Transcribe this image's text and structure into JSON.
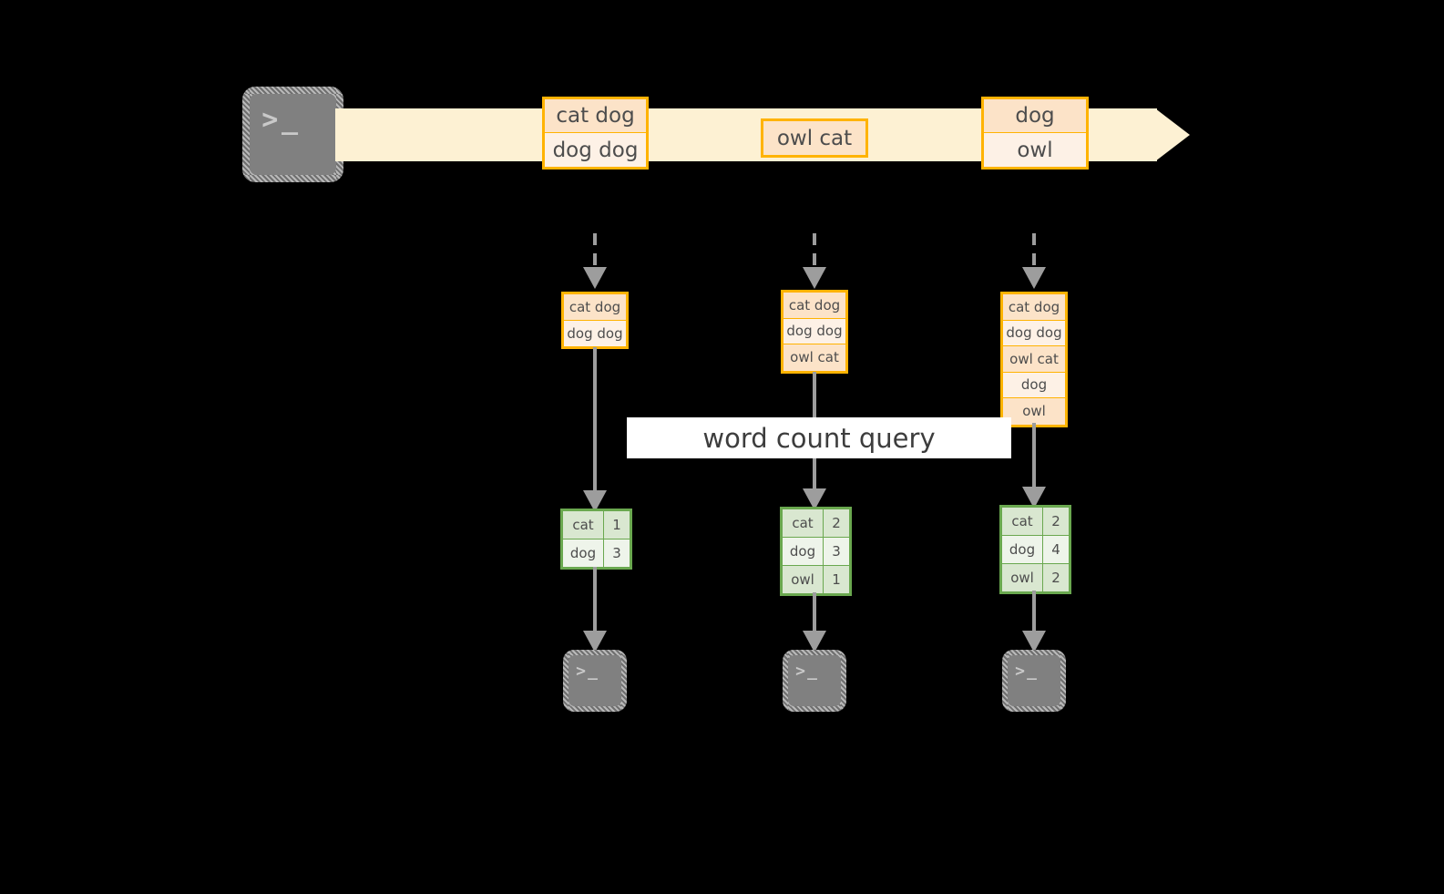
{
  "diagram": {
    "title_label": "word count query",
    "colors": {
      "background": "#000000",
      "stream_band": "#fdf1d3",
      "record_border": "#ffb302",
      "record_fill_dark": "#fce3c8",
      "record_fill_light": "#fdf1e6",
      "table_border": "#6aa84f",
      "table_fill_dark": "#d9e7d0",
      "table_fill_light": "#eef4ea",
      "connector": "#9d9d9d",
      "terminal_fill": "#808080",
      "label_fill": "#ffffff"
    },
    "producer": {
      "icon": "terminal-icon",
      "glyph": ">_"
    },
    "stream": {
      "records": [
        {
          "name": "record-group-1",
          "lines": [
            "cat dog",
            "dog dog"
          ]
        },
        {
          "name": "record-group-2",
          "lines": [
            "owl cat"
          ]
        },
        {
          "name": "record-group-3",
          "lines": [
            "dog",
            "owl"
          ]
        }
      ]
    },
    "snapshots": [
      {
        "name": "snapshot-1",
        "records": [
          "cat dog",
          "dog dog"
        ],
        "counts": [
          {
            "word": "cat",
            "count": "1"
          },
          {
            "word": "dog",
            "count": "3"
          }
        ],
        "consumer_glyph": ">_"
      },
      {
        "name": "snapshot-2",
        "records": [
          "cat dog",
          "dog dog",
          "owl cat"
        ],
        "counts": [
          {
            "word": "cat",
            "count": "2"
          },
          {
            "word": "dog",
            "count": "3"
          },
          {
            "word": "owl",
            "count": "1"
          }
        ],
        "consumer_glyph": ">_"
      },
      {
        "name": "snapshot-3",
        "records": [
          "cat dog",
          "dog dog",
          "owl cat",
          "dog",
          "owl"
        ],
        "counts": [
          {
            "word": "cat",
            "count": "2"
          },
          {
            "word": "dog",
            "count": "4"
          },
          {
            "word": "owl",
            "count": "2"
          }
        ],
        "consumer_glyph": ">_"
      }
    ]
  }
}
